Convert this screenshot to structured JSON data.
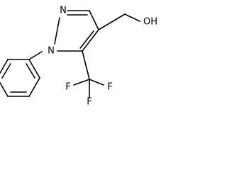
{
  "molecule": {
    "atom_labels": {
      "ring_nitrogen_top": "N",
      "ring_nitrogen_phenyl": "N",
      "hydroxyl": "OH",
      "fluorine_left": "F",
      "fluorine_mid": "F",
      "fluorine_right": "F"
    },
    "colors": {
      "bond": "#000000",
      "label": "#000000",
      "background": "#ffffff"
    }
  }
}
